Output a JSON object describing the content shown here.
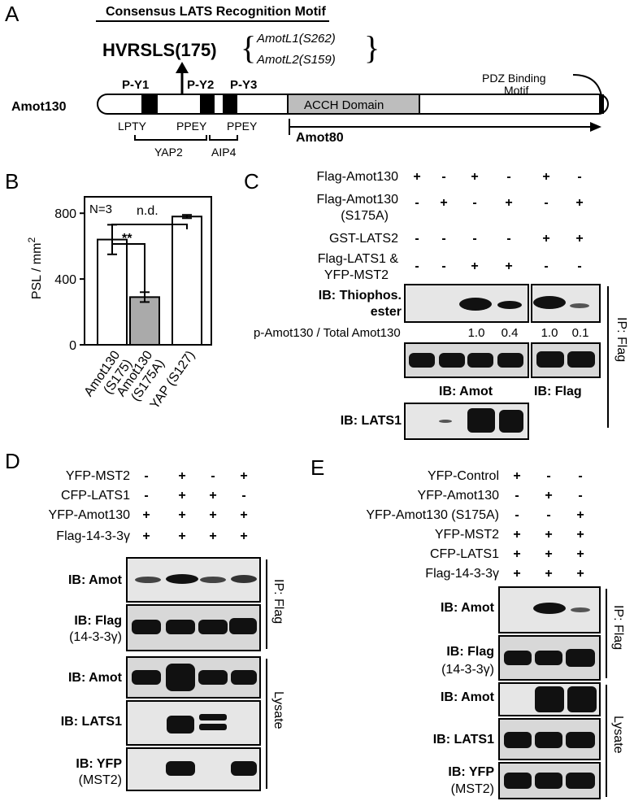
{
  "panelA": {
    "letter": "A",
    "motif_title": "Consensus LATS Recognition Motif",
    "motif_seq": "HVRSLS(175)",
    "paralog1": "AmotL1(S262)",
    "paralog2": "AmotL2(S159)",
    "protein": "Amot130",
    "py1": "P-Y1",
    "py2": "P-Y2",
    "py3": "P-Y3",
    "pdz": "PDZ Binding Motif",
    "acch": "ACCH Domain",
    "lpty": "LPTY",
    "ppey1": "PPEY",
    "ppey2": "PPEY",
    "yap2": "YAP2",
    "aip4": "AIP4",
    "amot80": "Amot80"
  },
  "panelB": {
    "letter": "B",
    "n_label": "N=3",
    "nd_label": "n.d.",
    "sig_label": "**"
  },
  "chart_data": {
    "type": "bar",
    "ylabel": "PSL / mm",
    "ylabel_sup": "2",
    "ylim": [
      0,
      900
    ],
    "yticks": [
      "0",
      "400",
      "800"
    ],
    "categories": [
      "Amot130 (S175)",
      "Amot130 (S175A)",
      "YAP (S127)"
    ],
    "values": [
      640,
      290,
      780
    ],
    "errors": [
      90,
      30,
      10
    ],
    "colors": [
      "#ffffff",
      "#aaaaaa",
      "#ffffff"
    ]
  },
  "panelC": {
    "letter": "C",
    "rows": [
      {
        "label": "Flag-Amot130",
        "signs": [
          "+",
          "-",
          "+",
          "-",
          "+",
          "-"
        ]
      },
      {
        "label": "Flag-Amot130 (S175A)",
        "signs": [
          "-",
          "+",
          "-",
          "+",
          "-",
          "+"
        ]
      },
      {
        "label": "GST-LATS2",
        "signs": [
          "-",
          "-",
          "-",
          "-",
          "+",
          "+"
        ]
      },
      {
        "label": "Flag-LATS1 & YFP-MST2",
        "signs": [
          "-",
          "-",
          "+",
          "+",
          "-",
          "-"
        ]
      }
    ],
    "ib_thio_1": "IB: Thiophos.",
    "ib_thio_2": "ester",
    "ratio_label": "p-Amot130 / Total Amot130",
    "ratios": [
      "1.0",
      "0.4",
      "1.0",
      "0.1"
    ],
    "ib_amot": "IB: Amot",
    "ib_flag": "IB: Flag",
    "ib_lats1": "IB: LATS1",
    "ip_flag": "IP: Flag"
  },
  "panelD": {
    "letter": "D",
    "rows": [
      {
        "label": "YFP-MST2",
        "signs": [
          "-",
          "+",
          "-",
          "+"
        ]
      },
      {
        "label": "CFP-LATS1",
        "signs": [
          "-",
          "+",
          "+",
          "-"
        ]
      },
      {
        "label": "YFP-Amot130",
        "signs": [
          "+",
          "+",
          "+",
          "+"
        ]
      },
      {
        "label": "Flag-14-3-3γ",
        "signs": [
          "+",
          "+",
          "+",
          "+"
        ]
      }
    ],
    "ib_amot_ip": "IB: Amot",
    "ib_flag": "IB: Flag",
    "ib_flag_sub": "(14-3-3γ)",
    "ib_amot_lys": "IB: Amot",
    "ib_lats1": "IB: LATS1",
    "ib_yfp": "IB: YFP",
    "ib_yfp_sub": "(MST2)",
    "ip_flag": "IP: Flag",
    "lysate": "Lysate"
  },
  "panelE": {
    "letter": "E",
    "rows": [
      {
        "label": "YFP-Control",
        "signs": [
          "+",
          "-",
          "-"
        ]
      },
      {
        "label": "YFP-Amot130",
        "signs": [
          "-",
          "+",
          "-"
        ]
      },
      {
        "label": "YFP-Amot130 (S175A)",
        "signs": [
          "-",
          "-",
          "+"
        ]
      },
      {
        "label": "YFP-MST2",
        "signs": [
          "+",
          "+",
          "+"
        ]
      },
      {
        "label": "CFP-LATS1",
        "signs": [
          "+",
          "+",
          "+"
        ]
      },
      {
        "label": "Flag-14-3-3γ",
        "signs": [
          "+",
          "+",
          "+"
        ]
      }
    ],
    "ib_amot_ip": "IB: Amot",
    "ib_flag": "IB: Flag",
    "ib_flag_sub": "(14-3-3γ)",
    "ib_amot_lys": "IB: Amot",
    "ib_lats1": "IB: LATS1",
    "ib_yfp": "IB: YFP",
    "ib_yfp_sub": "(MST2)",
    "ip_flag": "IP: Flag",
    "lysate": "Lysate"
  }
}
